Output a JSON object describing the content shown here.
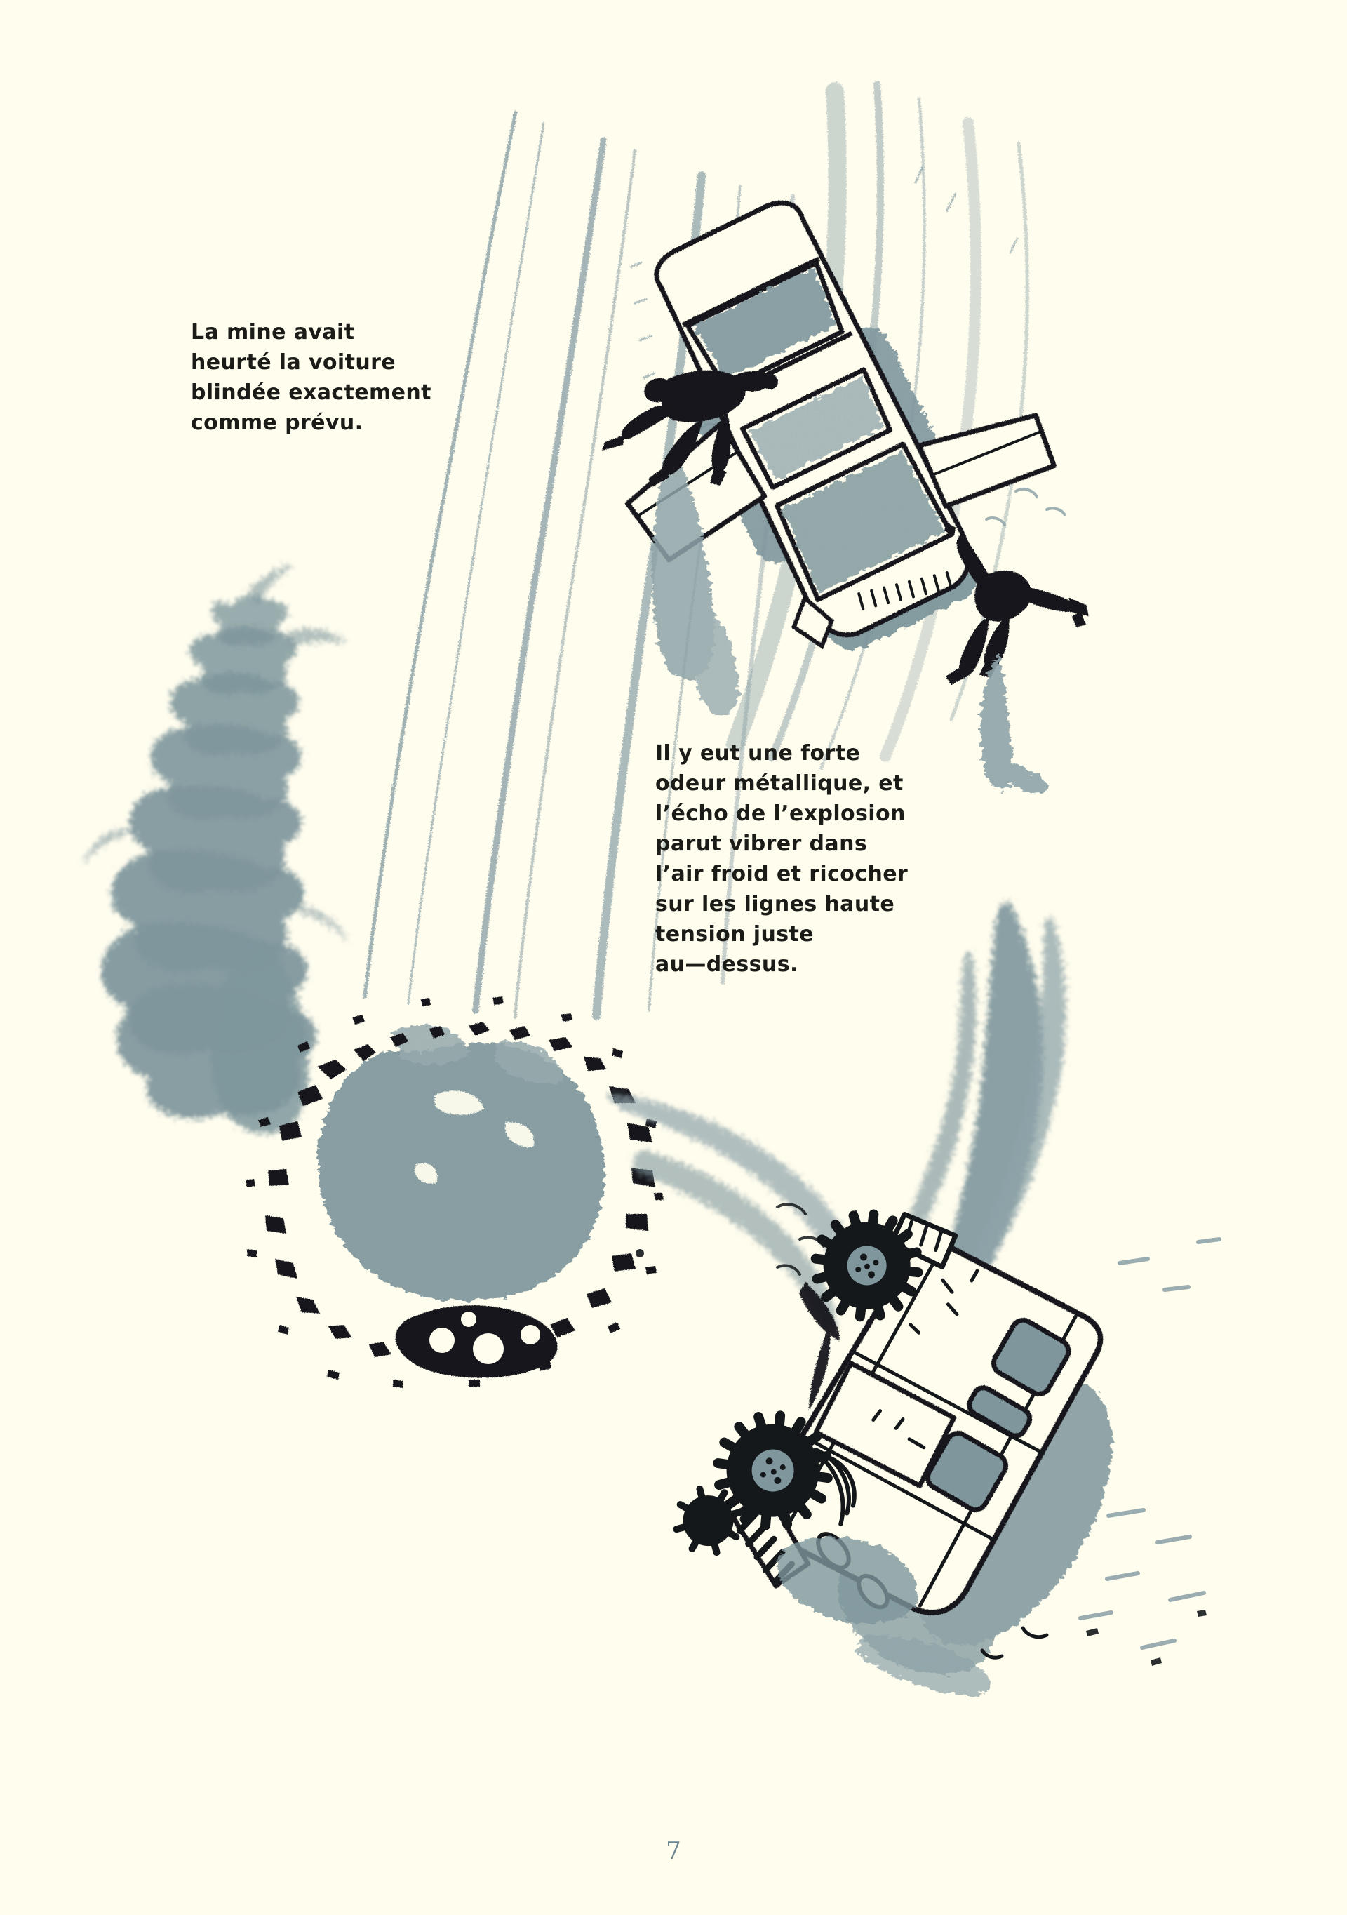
{
  "page": {
    "background_color": "#fffdee",
    "ink_color": "#14181a",
    "wash_color": "#7e969c",
    "wash_color_light": "#9bb0b4",
    "text_color": "#1b1b18",
    "page_number": "7",
    "page_number_color": "#6d8690",
    "language": "fr"
  },
  "captions": [
    {
      "id": "caption-1",
      "text": "La mine avait\nheurté la voiture\nblindée exactement\ncomme prévu.",
      "lines": [
        "La mine avait",
        "heurté la voiture",
        "blindée exactement",
        "comme prévu."
      ]
    },
    {
      "id": "caption-2",
      "text": "Il y eut une forte\nodeur métallique, et\nl’écho de l’explosion\nparut vibrer dans\nl’air froid et ricocher\nsur les lignes haute\ntension juste\nau—dessus.",
      "lines": [
        "Il y eut une forte",
        "odeur métallique, et",
        "l’écho de l’explosion",
        "parut vibrer dans",
        "l’air froid et ricocher",
        "sur les lignes haute",
        "tension juste",
        "au—dessus."
      ]
    }
  ],
  "artwork": {
    "description": "Aerial view of an ambush: an overturned armored car, two running figures in black silhouette, a blast crater with scattered debris, a rising smoke column, and a wrecked armored truck.",
    "elements": [
      {
        "name": "road-skid-streaks",
        "note": "long diagonal grey brush streaks from top-centre sweeping to lower-left"
      },
      {
        "name": "overturned-car",
        "note": "top-down armored sedan tilted, black outline, grey wash fill"
      },
      {
        "name": "figure-running-left",
        "note": "black silhouette of a soldier running, holding a weapon"
      },
      {
        "name": "figure-running-right",
        "note": "black silhouette of a soldier mid-stride with grey cast shadow"
      },
      {
        "name": "smoke-plume-left",
        "note": "billowing stacked grey smoke puffs rising on the left"
      },
      {
        "name": "blast-crater",
        "note": "grey wash centre ringed by black scattered debris chunks"
      },
      {
        "name": "smoke-plume-right",
        "note": "vertical grey brushed smoke column rising from the wrecked truck"
      },
      {
        "name": "armored-truck-wreck",
        "note": "tilted armored truck with knobby black tyres and grey windows"
      }
    ]
  }
}
